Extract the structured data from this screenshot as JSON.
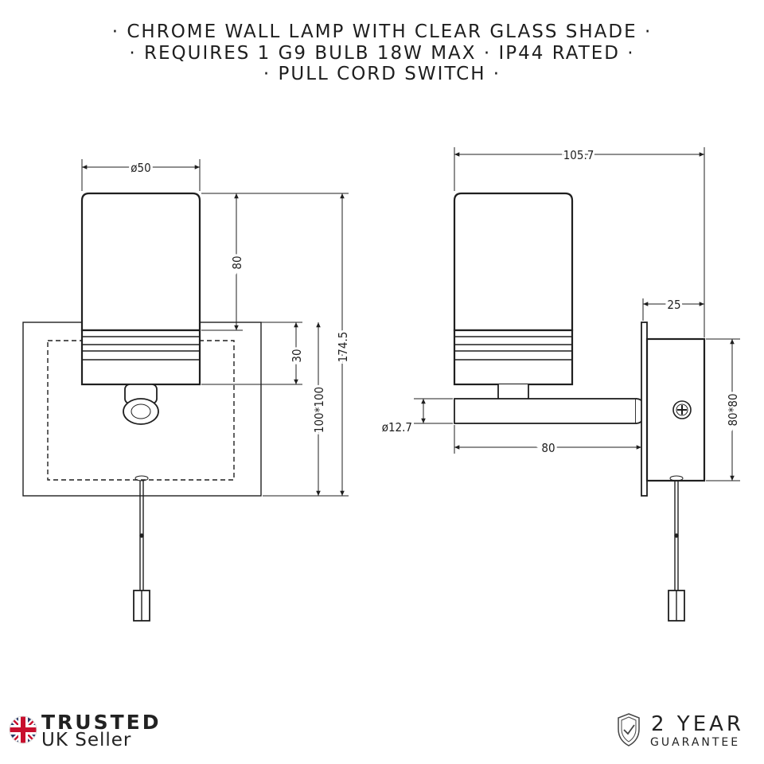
{
  "header": {
    "line1": "· CHROME WALL LAMP WITH CLEAR GLASS SHADE ·",
    "line2": "· REQUIRES 1 G9 BULB 18W MAX · IP44 RATED ·",
    "line3": "· PULL CORD SWITCH ·"
  },
  "front_view": {
    "dims": {
      "shade_diameter": "ø50",
      "shade_height": "80",
      "band_height": "30",
      "backplate": "100*100",
      "overall_height": "174.5"
    }
  },
  "side_view": {
    "dims": {
      "overall_depth": "105.7",
      "box_depth": "25",
      "box_size": "80*80",
      "arm_diameter": "ø12.7",
      "arm_length": "80"
    }
  },
  "badges": {
    "trusted_main": "TRUSTED",
    "trusted_sub": "UK Seller",
    "guarantee_main": "2 YEAR",
    "guarantee_sub": "GUARANTEE"
  },
  "colors": {
    "line": "#1f1f1f",
    "text": "#222222",
    "flag_blue": "#2b3a67",
    "flag_red": "#c8102e"
  },
  "icons": [
    "union-flag-icon",
    "shield-check-icon"
  ]
}
